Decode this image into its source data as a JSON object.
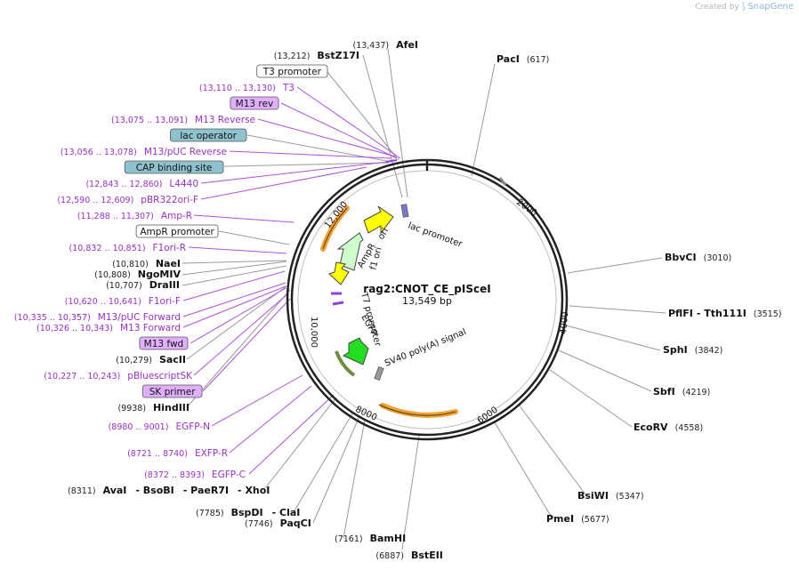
{
  "watermark": {
    "prefix": "Created by",
    "brand": "SnapGene"
  },
  "plasmid": {
    "name": "rag2:CNOT_CE_pISceI",
    "size": "13,549 bp"
  },
  "ticks": [
    "2000",
    "4000",
    "6000",
    "8000",
    "10,000",
    "12,000"
  ],
  "map_features": [
    {
      "name": "lac promoter"
    },
    {
      "name": "ori"
    },
    {
      "name": "AmpR"
    },
    {
      "name": "f1 ori"
    },
    {
      "name": "T7 promoter"
    },
    {
      "name": "EGFP"
    },
    {
      "name": "SV40 poly(A) signal"
    }
  ],
  "enzymes_right": [
    {
      "name": "PacI",
      "coord": "(617)"
    },
    {
      "name": "BbvCI",
      "coord": "(3010)"
    },
    {
      "name": "PflFI",
      "name2": "Tth111I",
      "coord": "(3515)"
    },
    {
      "name": "SphI",
      "coord": "(3842)"
    },
    {
      "name": "SbfI",
      "coord": "(4219)"
    },
    {
      "name": "EcoRV",
      "coord": "(4558)"
    },
    {
      "name": "BsiWI",
      "coord": "(5347)"
    },
    {
      "name": "PmeI",
      "coord": "(5677)"
    },
    {
      "name": "BstEII",
      "coord": "(6887)"
    }
  ],
  "left_labels": [
    {
      "kind": "enzyme",
      "coord": "(13,437)",
      "name": "AfeI"
    },
    {
      "kind": "enzyme",
      "coord": "(13,212)",
      "name": "BstZ17I"
    },
    {
      "kind": "boxed",
      "name": "T3 promoter",
      "color": "#ffffff"
    },
    {
      "kind": "primer",
      "coord": "(13,110 .. 13,130)",
      "name": "T3"
    },
    {
      "kind": "pboxed",
      "name": "M13 rev"
    },
    {
      "kind": "primer",
      "coord": "(13,075 .. 13,091)",
      "name": "M13 Reverse"
    },
    {
      "kind": "boxed",
      "name": "lac operator",
      "color": "#8ec2ce"
    },
    {
      "kind": "primer",
      "coord": "(13,056 .. 13,078)",
      "name": "M13/pUC Reverse"
    },
    {
      "kind": "boxed",
      "name": "CAP binding site",
      "color": "#8ec2ce"
    },
    {
      "kind": "primer",
      "coord": "(12,843 .. 12,860)",
      "name": "L4440"
    },
    {
      "kind": "primer",
      "coord": "(12,590 .. 12,609)",
      "name": "pBR322ori-F"
    },
    {
      "kind": "primer",
      "coord": "(11,288 .. 11,307)",
      "name": "Amp-R"
    },
    {
      "kind": "boxed",
      "name": "AmpR promoter",
      "color": "#ffffff"
    },
    {
      "kind": "primer",
      "coord": "(10,832 .. 10,851)",
      "name": "F1ori-R"
    },
    {
      "kind": "enzyme",
      "coord": "(10,810)",
      "name": "NaeI"
    },
    {
      "kind": "enzyme",
      "coord": "(10,808)",
      "name": "NgoMIV"
    },
    {
      "kind": "enzyme",
      "coord": "(10,707)",
      "name": "DraIII"
    },
    {
      "kind": "primer",
      "coord": "(10,620 .. 10,641)",
      "name": "F1ori-F"
    },
    {
      "kind": "primer",
      "coord": "(10,335 .. 10,357)",
      "name": "M13/pUC Forward"
    },
    {
      "kind": "primer",
      "coord": "(10,326 .. 10,343)",
      "name": "M13 Forward"
    },
    {
      "kind": "pboxed",
      "name": "M13 fwd"
    },
    {
      "kind": "enzyme",
      "coord": "(10,279)",
      "name": "SacII"
    },
    {
      "kind": "primer",
      "coord": "(10,227 .. 10,243)",
      "name": "pBluescriptSK"
    },
    {
      "kind": "pboxed",
      "name": "SK primer"
    },
    {
      "kind": "enzyme",
      "coord": "(9938)",
      "name": "HindIII"
    },
    {
      "kind": "primer",
      "coord": "(8980 .. 9001)",
      "name": "EGFP-N"
    },
    {
      "kind": "primer",
      "coord": "(8721 .. 8740)",
      "name": "EXFP-R"
    },
    {
      "kind": "primer",
      "coord": "(8372 .. 8393)",
      "name": "EGFP-C"
    }
  ],
  "bottom_labels": [
    {
      "coord": "(8311)",
      "names": [
        "AvaI",
        "- BsoBI",
        "- PaeR7I",
        "- XhoI"
      ]
    },
    {
      "coord": "(7785)",
      "names": [
        "BspDI",
        "- ClaI"
      ]
    },
    {
      "coord": "(7746)",
      "names": [
        "PaqCI"
      ]
    },
    {
      "coord": "(7161)",
      "names": [
        "BamHI"
      ]
    }
  ],
  "colors": {
    "backbone": "#222222",
    "primer": "#9b30c8",
    "primer_box": "#e0b0ff",
    "feature_box": "#8ec2ce",
    "ori": "#ffff00",
    "ampr": "#ccffcc",
    "f1ori": "#ffff00",
    "egfp": "#22dd22",
    "orange_arc": "#f0a030"
  }
}
